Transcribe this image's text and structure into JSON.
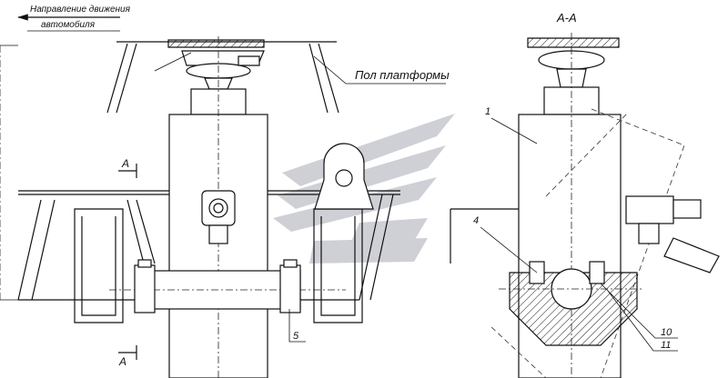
{
  "labels": {
    "direction_line1": "Направление движения",
    "direction_line2": "автомобиля",
    "floor": "Пол платформы",
    "section_title": "А-А",
    "section_a_top": "А",
    "section_a_bottom": "А",
    "callout_1": "1",
    "callout_4": "4",
    "callout_5": "5",
    "callout_10": "10",
    "callout_11": "11"
  },
  "colors": {
    "line": "#111111",
    "watermark": "#c9ccd1",
    "background": "#ffffff"
  }
}
